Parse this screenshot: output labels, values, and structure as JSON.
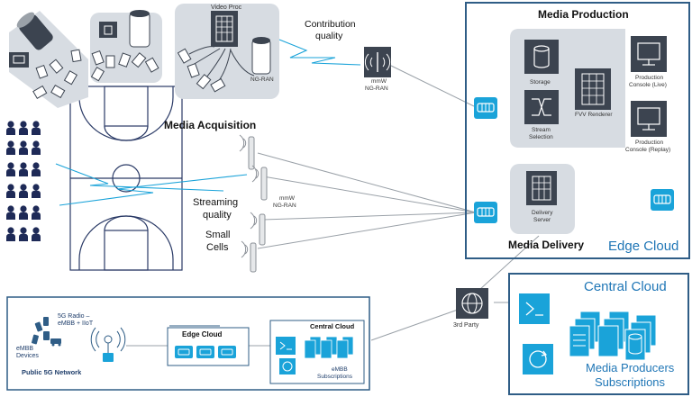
{
  "labels": {
    "video_proc": "Video Proc",
    "ng_ran": "NG-RAN",
    "contribution_quality_1": "Contribution",
    "contribution_quality_2": "quality",
    "mmw_top_1": "mmW",
    "mmw_top_2": "NG-RAN",
    "media_acquisition": "Media Acquisition",
    "streaming_quality_1": "Streaming",
    "streaming_quality_2": "quality",
    "small_cells_1": "Small",
    "small_cells_2": "Cells",
    "mmw_mid_1": "mmW",
    "mmw_mid_2": "NG-RAN",
    "third_party": "3rd Party"
  },
  "media_production": {
    "title": "Media Production",
    "storage": "Storage",
    "stream_selection_1": "Stream",
    "stream_selection_2": "Selection",
    "fvv_renderer": "FVV Renderer",
    "console_live_1": "Production",
    "console_live_2": "Console (Live)",
    "console_replay_1": "Production",
    "console_replay_2": "Console (Replay)",
    "delivery_server_1": "Delivery",
    "delivery_server_2": "Server",
    "media_delivery": "Media Delivery",
    "edge_cloud": "Edge Cloud"
  },
  "central_cloud": {
    "title": "Central Cloud",
    "subtitle_1": "Media Producers",
    "subtitle_2": "Subscriptions"
  },
  "public_network": {
    "radio_1": "5G Radio –",
    "radio_2": "eMBB + IIoT",
    "embb_devices_1": "eMBB",
    "embb_devices_2": "Devices",
    "network_label": "Public 5G Network",
    "edge_cloud": "Edge Cloud",
    "central_cloud": "Central Cloud",
    "embb_subs_1": "eMBB",
    "embb_subs_2": "Subscriptions"
  },
  "colors": {
    "frame_blue": "#2f5d86",
    "accent_blue": "#1f76b6",
    "cyan": "#1aa3d9",
    "dark_icon": "#3c4450",
    "panel_grey": "#d7dce2"
  }
}
